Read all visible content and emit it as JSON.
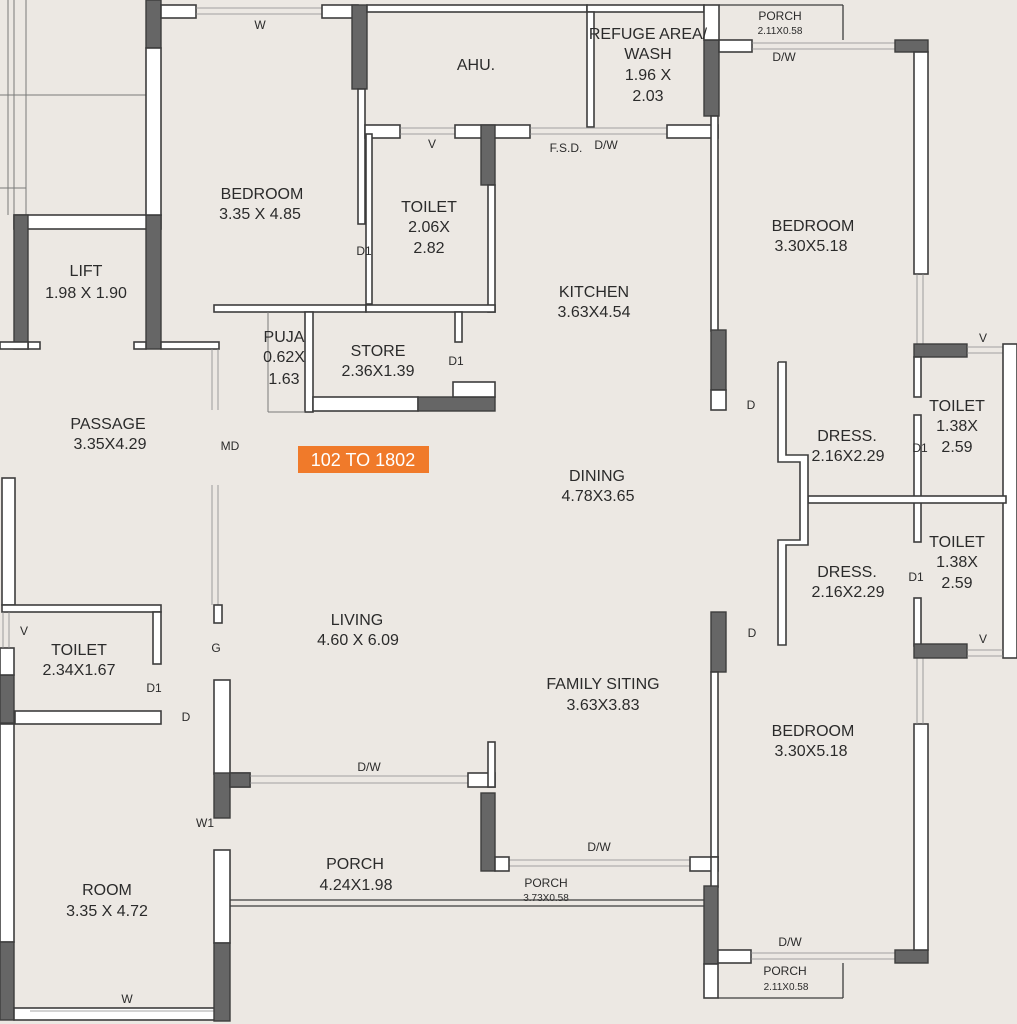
{
  "badge": {
    "text": "102 TO 1802",
    "color": "#f07a2a"
  },
  "rooms": {
    "bedroom_nw": {
      "name": "BEDROOM",
      "size": "3.35 X 4.85"
    },
    "ahu": {
      "name": "AHU."
    },
    "refuge": {
      "name1": "REFUGE AREA/",
      "name2": "WASH",
      "size1": "1.96 X",
      "size2": "2.03"
    },
    "porch_ne": {
      "name": "PORCH",
      "size": "2.11X0.58"
    },
    "toilet_n": {
      "name": "TOILET",
      "size1": "2.06X",
      "size2": "2.82"
    },
    "lift": {
      "name": "LIFT",
      "size": "1.98 X 1.90"
    },
    "kitchen": {
      "name": "KITCHEN",
      "size": "3.63X4.54"
    },
    "bedroom_ne": {
      "name": "BEDROOM",
      "size": "3.30X5.18"
    },
    "puja": {
      "name": "PUJA",
      "size1": "0.62X",
      "size2": "1.63"
    },
    "store": {
      "name": "STORE",
      "size": "2.36X1.39"
    },
    "passage": {
      "name": "PASSAGE",
      "size": "3.35X4.29"
    },
    "dining": {
      "name": "DINING",
      "size": "4.78X3.65"
    },
    "dress_1": {
      "name": "DRESS.",
      "size": "2.16X2.29"
    },
    "toilet_e1": {
      "name": "TOILET",
      "size1": "1.38X",
      "size2": "2.59"
    },
    "dress_2": {
      "name": "DRESS.",
      "size": "2.16X2.29"
    },
    "toilet_e2": {
      "name": "TOILET",
      "size1": "1.38X",
      "size2": "2.59"
    },
    "living": {
      "name": "LIVING",
      "size": "4.60 X 6.09"
    },
    "toilet_w": {
      "name": "TOILET",
      "size": "2.34X1.67"
    },
    "family": {
      "name": "FAMILY SITING",
      "size": "3.63X3.83"
    },
    "bedroom_se": {
      "name": "BEDROOM",
      "size": "3.30X5.18"
    },
    "porch_s": {
      "name": "PORCH",
      "size": "4.24X1.98"
    },
    "porch_sm": {
      "name": "PORCH",
      "size": "3.73X0.58"
    },
    "room": {
      "name": "ROOM",
      "size": "3.35 X 4.72"
    },
    "porch_se": {
      "name": "PORCH",
      "size": "2.11X0.58"
    }
  },
  "marks": {
    "w": "W",
    "v": "V",
    "dw": "D/W",
    "fsd": "F.S.D.",
    "d1": "D1",
    "d": "D",
    "md": "MD",
    "g": "G",
    "w1": "W1"
  }
}
